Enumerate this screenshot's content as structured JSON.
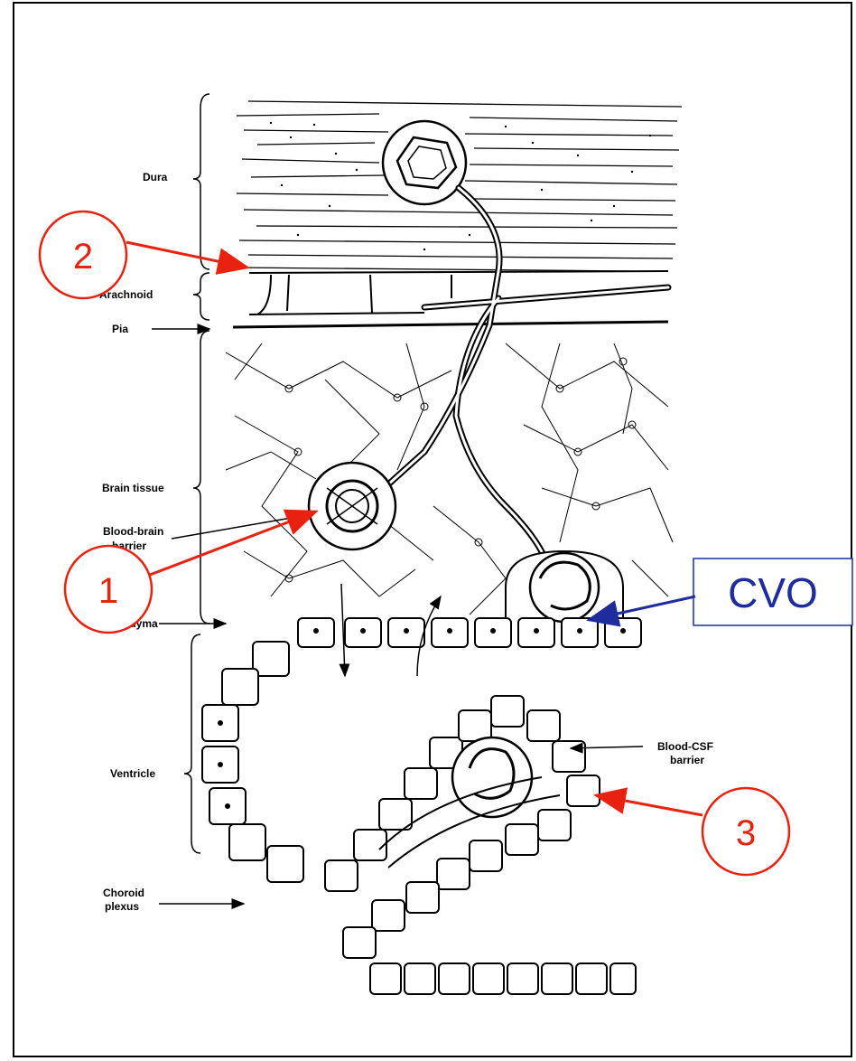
{
  "labels": {
    "dura": "Dura",
    "arachnoid": "Arachnoid",
    "pia": "Pia",
    "brain_tissue": "Brain tissue",
    "bbb_line1": "Blood-brain",
    "bbb_line2": "barrier",
    "ependyma": "Ependyma",
    "ventricle": "Ventricle",
    "choroid_line1": "Choroid",
    "choroid_line2": "plexus",
    "bcsf_line1": "Blood-CSF",
    "bcsf_line2": "barrier"
  },
  "callouts": {
    "one": "1",
    "two": "2",
    "three": "3",
    "cvo": "CVO"
  },
  "colors": {
    "callout_red": "#e8220e",
    "cvo_blue": "#1f2c9e",
    "line": "#000000"
  }
}
